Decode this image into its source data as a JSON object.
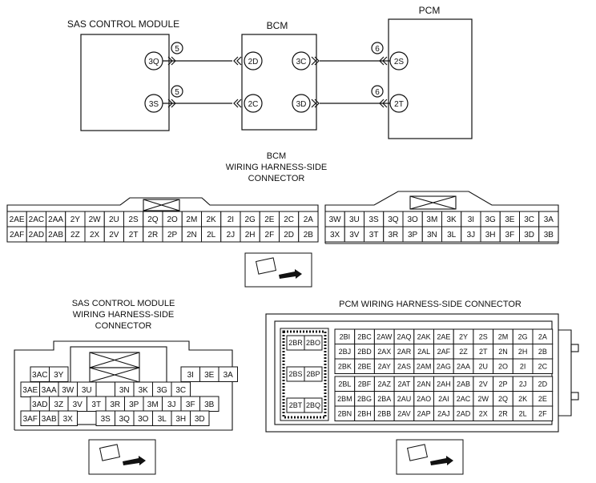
{
  "wiring": {
    "sas_title": "SAS CONTROL MODULE",
    "bcm_title": "BCM",
    "pcm_title": "PCM",
    "sas_pins": [
      "3Q",
      "3S"
    ],
    "bcm_left_pins": [
      "2D",
      "2C"
    ],
    "bcm_right_pins": [
      "3C",
      "3D"
    ],
    "pcm_pins": [
      "2S",
      "2T"
    ],
    "marks_left": [
      "5",
      "5"
    ],
    "marks_right": [
      "6",
      "6"
    ]
  },
  "bcm_connector": {
    "title": [
      "BCM",
      "WIRING HARNESS-SIDE",
      "CONNECTOR"
    ],
    "left_rows": [
      [
        "2AE",
        "2AC",
        "2AA",
        "2Y",
        "2W",
        "2U",
        "2S",
        "2Q",
        "2O",
        "2M",
        "2K",
        "2I",
        "2G",
        "2E",
        "2C",
        "2A"
      ],
      [
        "2AF",
        "2AD",
        "2AB",
        "2Z",
        "2X",
        "2V",
        "2T",
        "2R",
        "2P",
        "2N",
        "2L",
        "2J",
        "2H",
        "2F",
        "2D",
        "2B"
      ]
    ],
    "right_rows": [
      [
        "3W",
        "3U",
        "3S",
        "3Q",
        "3O",
        "3M",
        "3K",
        "3I",
        "3G",
        "3E",
        "3C",
        "3A"
      ],
      [
        "3X",
        "3V",
        "3T",
        "3R",
        "3P",
        "3N",
        "3L",
        "3J",
        "3H",
        "3F",
        "3D",
        "3B"
      ]
    ]
  },
  "sas_connector": {
    "title": [
      "SAS CONTROL MODULE",
      "WIRING HARNESS-SIDE",
      "CONNECTOR"
    ],
    "rows": [
      [
        "3AC",
        "3Y",
        "",
        "",
        "",
        "",
        "",
        "",
        "3I",
        "3E",
        "3A"
      ],
      [
        "3AE",
        "3AA",
        "3W",
        "3U",
        "",
        "3N",
        "3K",
        "3G",
        "3C"
      ],
      [
        "3AD",
        "3Z",
        "3V",
        "3T",
        "3R",
        "3P",
        "3M",
        "3J",
        "3F",
        "3B"
      ],
      [
        "3AF",
        "3AB",
        "3X",
        "",
        "3S",
        "3Q",
        "3O",
        "3L",
        "3H",
        "3D"
      ]
    ]
  },
  "pcm_connector": {
    "title": "PCM WIRING HARNESS-SIDE CONNECTOR",
    "left_block": [
      [
        "2BR",
        "2BO"
      ],
      [
        "2BS",
        "2BP"
      ],
      [
        "2BT",
        "2BQ"
      ]
    ],
    "top_rows": [
      [
        "2BI",
        "2BC",
        "2AW",
        "2AQ",
        "2AK",
        "2AE",
        "2Y",
        "2S",
        "2M",
        "2G",
        "2A"
      ],
      [
        "2BJ",
        "2BD",
        "2AX",
        "2AR",
        "2AL",
        "2AF",
        "2Z",
        "2T",
        "2N",
        "2H",
        "2B"
      ],
      [
        "2BK",
        "2BE",
        "2AY",
        "2AS",
        "2AM",
        "2AG",
        "2AA",
        "2U",
        "2O",
        "2I",
        "2C"
      ]
    ],
    "bottom_rows": [
      [
        "2BL",
        "2BF",
        "2AZ",
        "2AT",
        "2AN",
        "2AH",
        "2AB",
        "2V",
        "2P",
        "2J",
        "2D"
      ],
      [
        "2BM",
        "2BG",
        "2BA",
        "2AU",
        "2AO",
        "2AI",
        "2AC",
        "2W",
        "2Q",
        "2K",
        "2E"
      ],
      [
        "2BN",
        "2BH",
        "2BB",
        "2AV",
        "2AP",
        "2AJ",
        "2AD",
        "2X",
        "2R",
        "2L",
        "2F"
      ]
    ]
  }
}
